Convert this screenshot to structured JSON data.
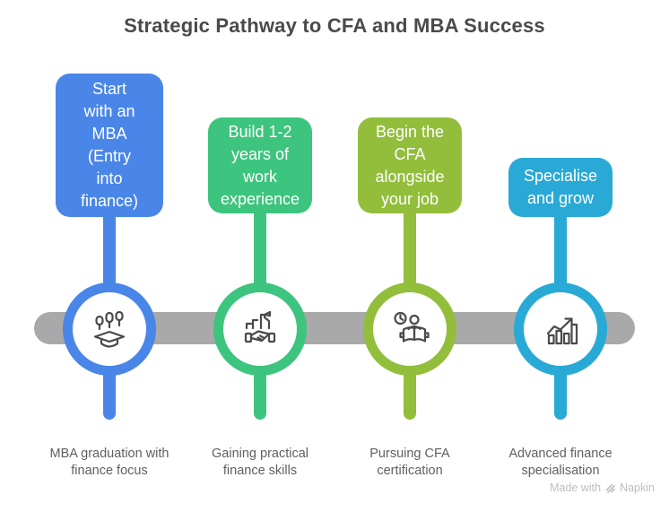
{
  "title": "Strategic Pathway to CFA and MBA Success",
  "colors": {
    "timeline": "#A9A9A9",
    "title_text": "#4A4A4A",
    "caption_text": "#5F5F5F",
    "icon_stroke": "#4A4A4A",
    "watermark_text": "#BDBDBD"
  },
  "steps": [
    {
      "label": "Start\nwith an\nMBA\n(Entry\ninto\nfinance)",
      "caption": "MBA graduation with\nfinance focus",
      "color": "#4A86E8",
      "icon": "graduation-cap-chart-icon"
    },
    {
      "label": "Build 1-2\nyears of\nwork\nexperience",
      "caption": "Gaining practical\nfinance skills",
      "color": "#3DC47E",
      "icon": "handshake-buildings-icon"
    },
    {
      "label": "Begin the\nCFA\nalongside\nyour job",
      "caption": "Pursuing CFA\ncertification",
      "color": "#92BE3C",
      "icon": "person-reading-clock-icon"
    },
    {
      "label": "Specialise\nand grow",
      "caption": "Advanced finance\nspecialisation",
      "color": "#29A9D6",
      "icon": "bar-chart-growth-icon"
    }
  ],
  "watermark": {
    "prefix": "Made with",
    "brand": "Napkin"
  }
}
